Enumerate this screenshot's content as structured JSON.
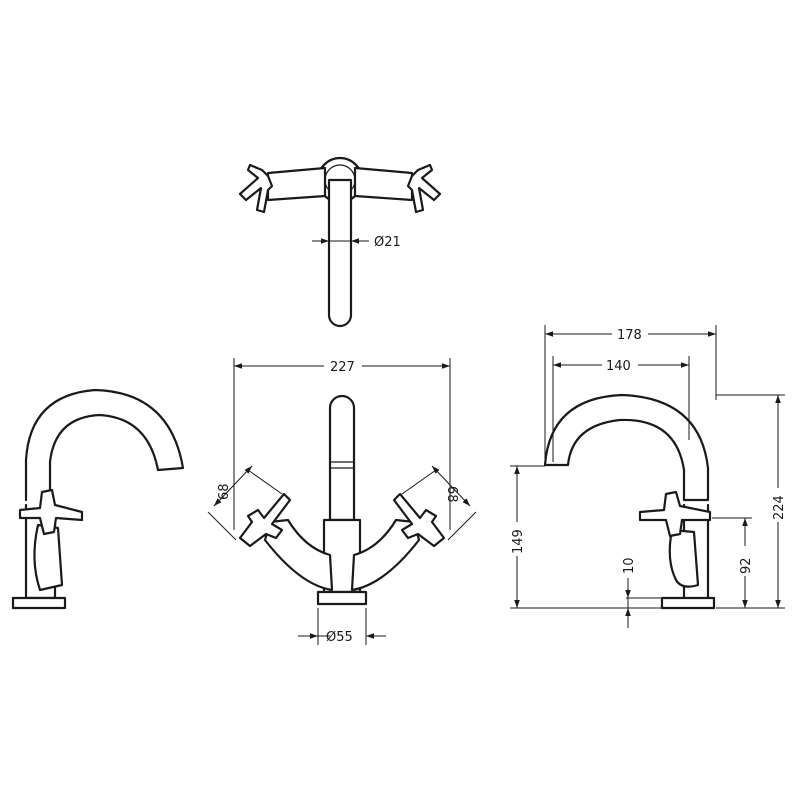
{
  "dimensions": {
    "top_spout_diameter": "Ø21",
    "overall_width": "227",
    "base_diameter": "Ø55",
    "handle_left": "68",
    "handle_right": "68",
    "spout_reach_outer": "178",
    "spout_reach_inner": "140",
    "overall_height": "224",
    "spout_outlet_height": "149",
    "handle_height": "92",
    "base_height": "10"
  },
  "colors": {
    "line": "#1a1a1a",
    "background": "#ffffff"
  }
}
